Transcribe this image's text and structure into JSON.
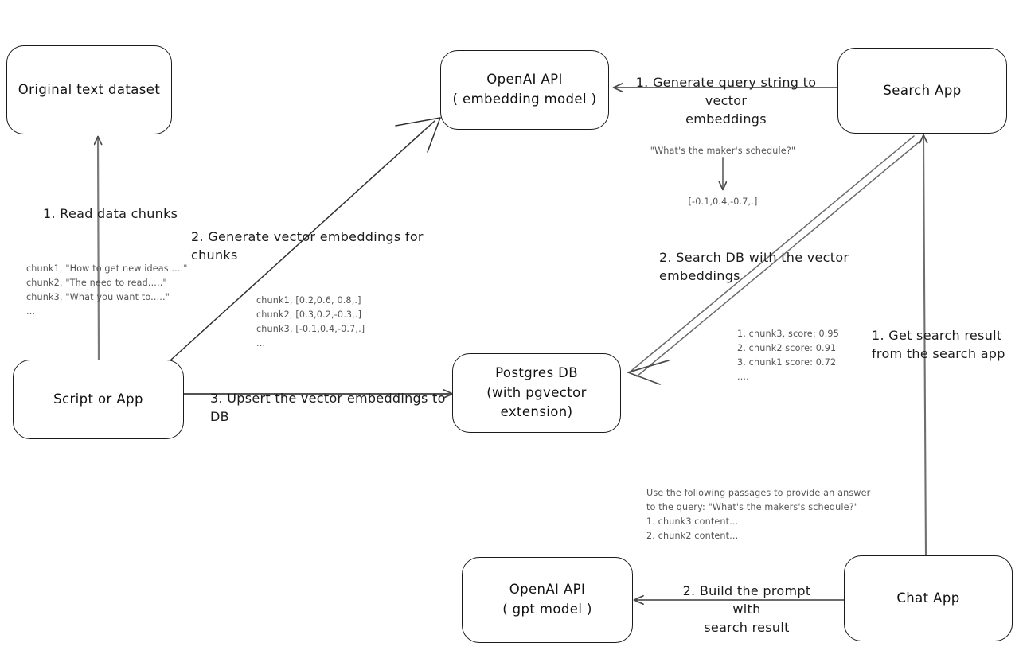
{
  "diagram": {
    "title": "RAG architecture with OpenAI API and pgvector",
    "stroke_color": "#1b1b1b",
    "arrow_color": "#4a4a4a",
    "note_color": "#555555",
    "background": "#ffffff"
  },
  "nodes": {
    "original_dataset": {
      "line1": "Original text dataset",
      "line2": ""
    },
    "script_or_app": {
      "line1": "Script or App",
      "line2": ""
    },
    "openai_embedding": {
      "line1": "OpenAI API",
      "line2": "( embedding model )"
    },
    "postgres_db": {
      "line1": "Postgres DB",
      "line2": "(with pgvector extension)"
    },
    "search_app": {
      "line1": "Search App",
      "line2": ""
    },
    "chat_app": {
      "line1": "Chat App",
      "line2": ""
    },
    "openai_gpt": {
      "line1": "OpenAI API",
      "line2": "( gpt model )"
    }
  },
  "edge_labels": {
    "read_data_chunks": "1. Read data chunks",
    "generate_embeddings_chunks": "2. Generate vector embeddings for chunks",
    "upsert_to_db": "3. Upsert the vector embeddings  to DB",
    "generate_query_embeddings": "1. Generate query string to vector\nembeddings",
    "search_db": "2. Search DB with the vector embeddings",
    "get_search_result": "1. Get search result\nfrom the search app",
    "build_prompt": "2. Build the prompt with\nsearch result"
  },
  "notes": {
    "chunks_sample": "chunk1, \"How to get new ideas.....\"\nchunk2, \"The need to read.....\"\nchunk3, \"What you want to.....\"\n...",
    "embeddings_sample": "chunk1, [0.2,0.6, 0.8,.]\nchunk2, [0.3,0.2,-0.3,.]\nchunk3, [-0.1,0.4,-0.7,.]\n...",
    "query_string": "\"What's the maker's schedule?\"",
    "query_vector": "[-0.1,0.4,-0.7,.]",
    "search_results": "1. chunk3, score: 0.95\n2. chunk2 score: 0.91\n3. chunk1 score: 0.72\n....",
    "prompt_sample": "Use the following passages to provide an answer\nto the query: \"What's the makers's schedule?\"\n1. chunk3 content...\n2. chunk2 content..."
  }
}
